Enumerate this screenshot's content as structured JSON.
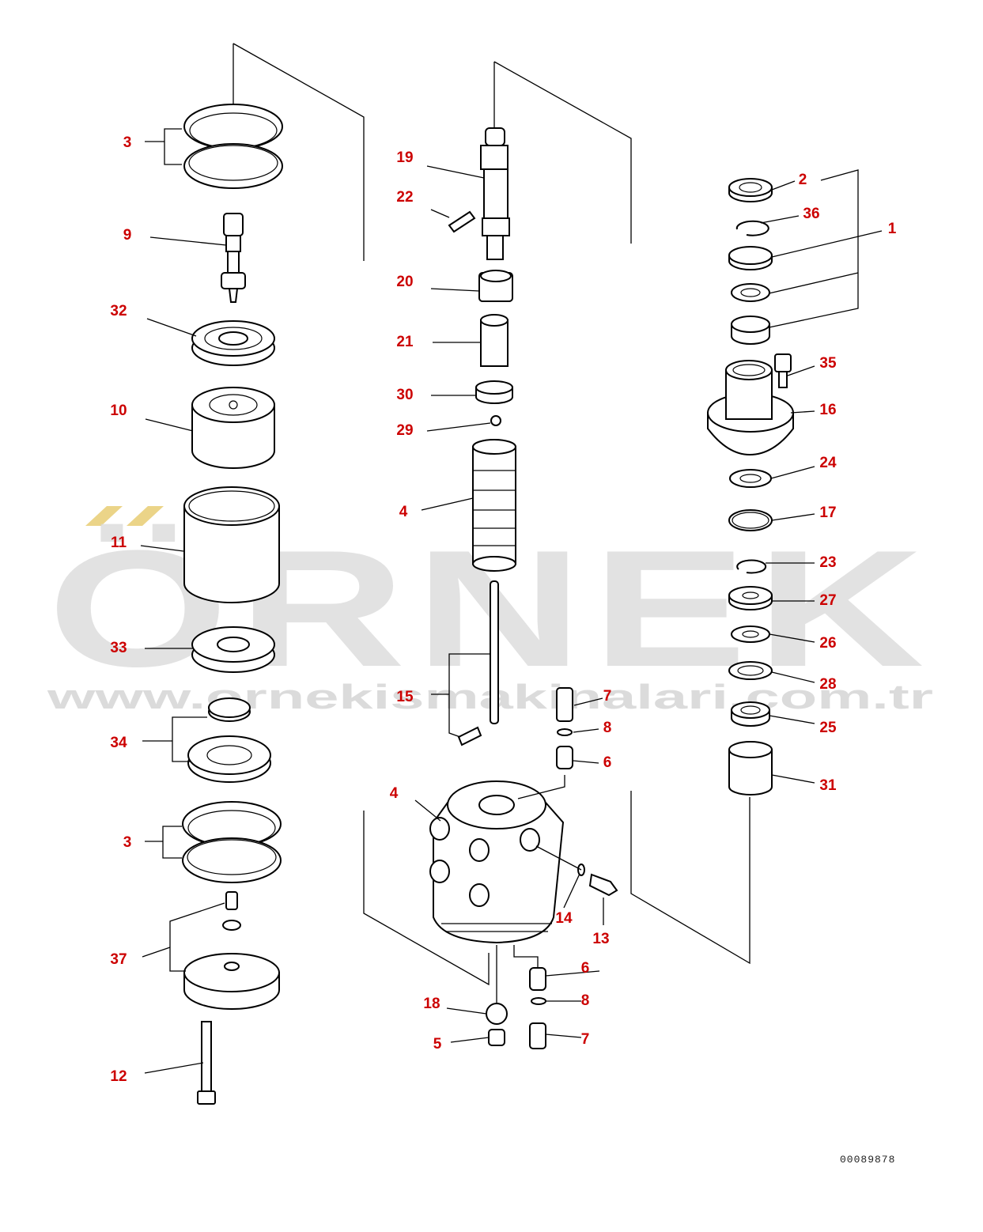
{
  "watermark": {
    "brand": "ÖRNEK",
    "url": "www.ornekismakinalari.com.tr"
  },
  "document_number": "00089878",
  "callouts": [
    "3",
    "9",
    "32",
    "10",
    "11",
    "33",
    "34",
    "3",
    "37",
    "12",
    "19",
    "22",
    "20",
    "21",
    "30",
    "29",
    "4",
    "15",
    "7",
    "8",
    "6",
    "4",
    "14",
    "13",
    "6",
    "18",
    "8",
    "5",
    "7",
    "2",
    "36",
    "1",
    "35",
    "16",
    "24",
    "17",
    "23",
    "27",
    "26",
    "28",
    "25",
    "31"
  ]
}
